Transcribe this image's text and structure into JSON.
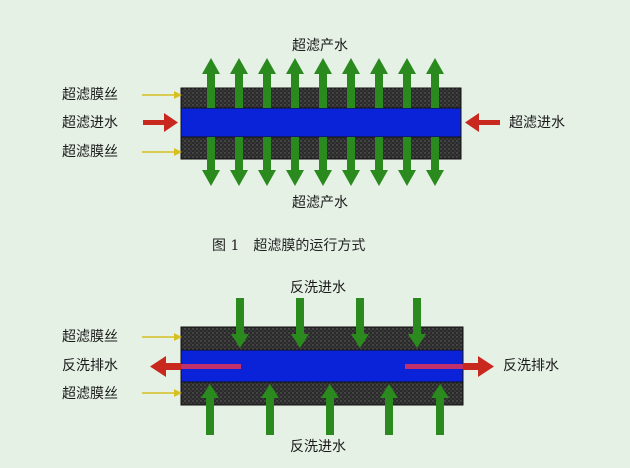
{
  "figure1": {
    "top_label": "超滤产水",
    "bottom_label": "超滤产水",
    "membrane_top_label": "超滤膜丝",
    "feed_left_label": "超滤进水",
    "membrane_bottom_label": "超滤膜丝",
    "feed_right_label": "超滤进水",
    "caption_number": "图 1",
    "caption_text": "超滤膜的运行方式"
  },
  "figure2": {
    "top_label": "反洗进水",
    "membrane_top_label": "超滤膜丝",
    "drain_left_label": "反洗排水",
    "drain_right_label": "反洗排水",
    "membrane_bottom_label": "超滤膜丝",
    "bottom_label": "反洗进水"
  },
  "colors": {
    "background": "#e6f1e6",
    "membrane": "#2b2b2b",
    "channel": "#0a22d8",
    "product_arrow": "#2a8a1e",
    "feed_arrow": "#c8281e",
    "pointer_arrow": "#d6c020",
    "drain_stripe": "#c0306a"
  }
}
